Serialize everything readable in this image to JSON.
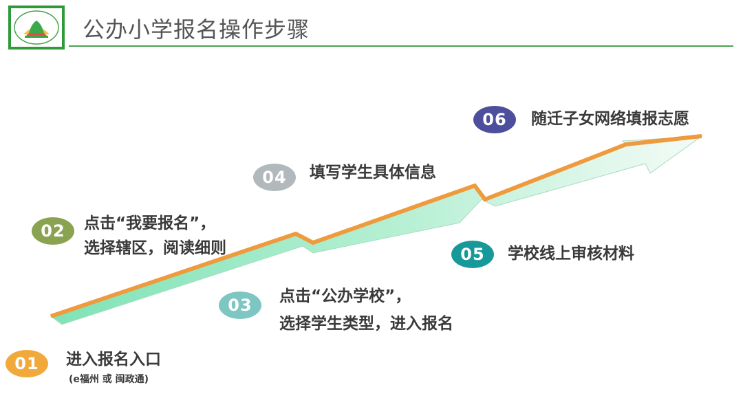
{
  "header": {
    "title": "公办小学报名操作步骤",
    "logo_icon": "school-logo-icon"
  },
  "colors": {
    "accent_green": "#2f9a3a",
    "arrow_orange": "#ef9a3c",
    "arrow_green": "#8ee8c0"
  },
  "steps": [
    {
      "number": "01",
      "line1": "进入报名入口",
      "line2": "",
      "note": "(e福州 或 闽政通)",
      "color": "#f2a93b"
    },
    {
      "number": "02",
      "line1": "点击“我要报名”，",
      "line2": "选择辖区，阅读细则",
      "note": "",
      "color": "#8aa350"
    },
    {
      "number": "03",
      "line1": "点击“公办学校”，",
      "line2": "选择学生类型，进入报名",
      "note": "",
      "color": "#7ec6c2"
    },
    {
      "number": "04",
      "line1": "填写学生具体信息",
      "line2": "",
      "note": "",
      "color": "#b2b9bd"
    },
    {
      "number": "05",
      "line1": "学校线上审核材料",
      "line2": "",
      "note": "",
      "color": "#17999a"
    },
    {
      "number": "06",
      "line1": "随迁子女网络填报志愿",
      "line2": "",
      "note": "",
      "color": "#4e4f9c"
    }
  ]
}
